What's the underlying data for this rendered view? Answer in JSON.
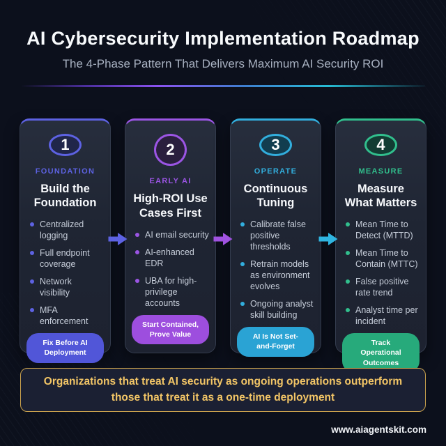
{
  "header": {
    "title": "AI Cybersecurity Implementation Roadmap",
    "subtitle": "The 4-Phase Pattern That Delivers Maximum AI Security ROI"
  },
  "divider_colors": {
    "indigo": "#4c2f9e",
    "purple": "#8b53f0",
    "blue": "#3f7ed0",
    "cyan": "#27bcd4"
  },
  "phases": [
    {
      "number": "1",
      "label": "FOUNDATION",
      "title": "Build the Foundation",
      "bullets": [
        "Centralized logging",
        "Full endpoint coverage",
        "Network visibility",
        "MFA enforcement"
      ],
      "badge": "Fix Before AI Deployment",
      "colors": {
        "accent": "#5d62e2",
        "badge_bg": "#5156d8",
        "circle_fill": "#20264a"
      }
    },
    {
      "number": "2",
      "label": "EARLY AI",
      "title": "High-ROI Use Cases First",
      "bullets": [
        "AI email security",
        "AI-enhanced EDR",
        "UBA for high-privilege accounts"
      ],
      "badge": "Start Contained, Prove Value",
      "colors": {
        "accent": "#9b55e4",
        "badge_bg": "#9d4ede",
        "circle_fill": "#2a1f3e"
      }
    },
    {
      "number": "3",
      "label": "OPERATE",
      "title": "Continuous Tuning",
      "bullets": [
        "Calibrate false positive thresholds",
        "Retrain models as environment evolves",
        "Ongoing analyst skill building"
      ],
      "badge": "AI Is Not Set-and-Forget",
      "colors": {
        "accent": "#32aedd",
        "badge_bg": "#2aa3d4",
        "circle_fill": "#123d4f"
      }
    },
    {
      "number": "4",
      "label": "MEASURE",
      "title": "Measure What Matters",
      "bullets": [
        "Mean Time to Detect (MTTD)",
        "Mean Time to Contain (MTTC)",
        "False positive rate trend",
        "Analyst time per incident"
      ],
      "badge": "Track Operational Outcomes",
      "colors": {
        "accent": "#31bf8d",
        "badge_bg": "#27aa7b",
        "circle_fill": "#123c33"
      }
    }
  ],
  "arrows": [
    {
      "color": "#5d62e2"
    },
    {
      "color": "#a052e0"
    },
    {
      "color": "#2fb4e0"
    }
  ],
  "callout": {
    "text": "Organizations that treat AI security as ongoing operations outperform those that treat it as a one-time deployment",
    "border_color": "#c9a14d",
    "text_color": "#f2c566"
  },
  "footer": {
    "website": "www.aiagentskit.com"
  }
}
